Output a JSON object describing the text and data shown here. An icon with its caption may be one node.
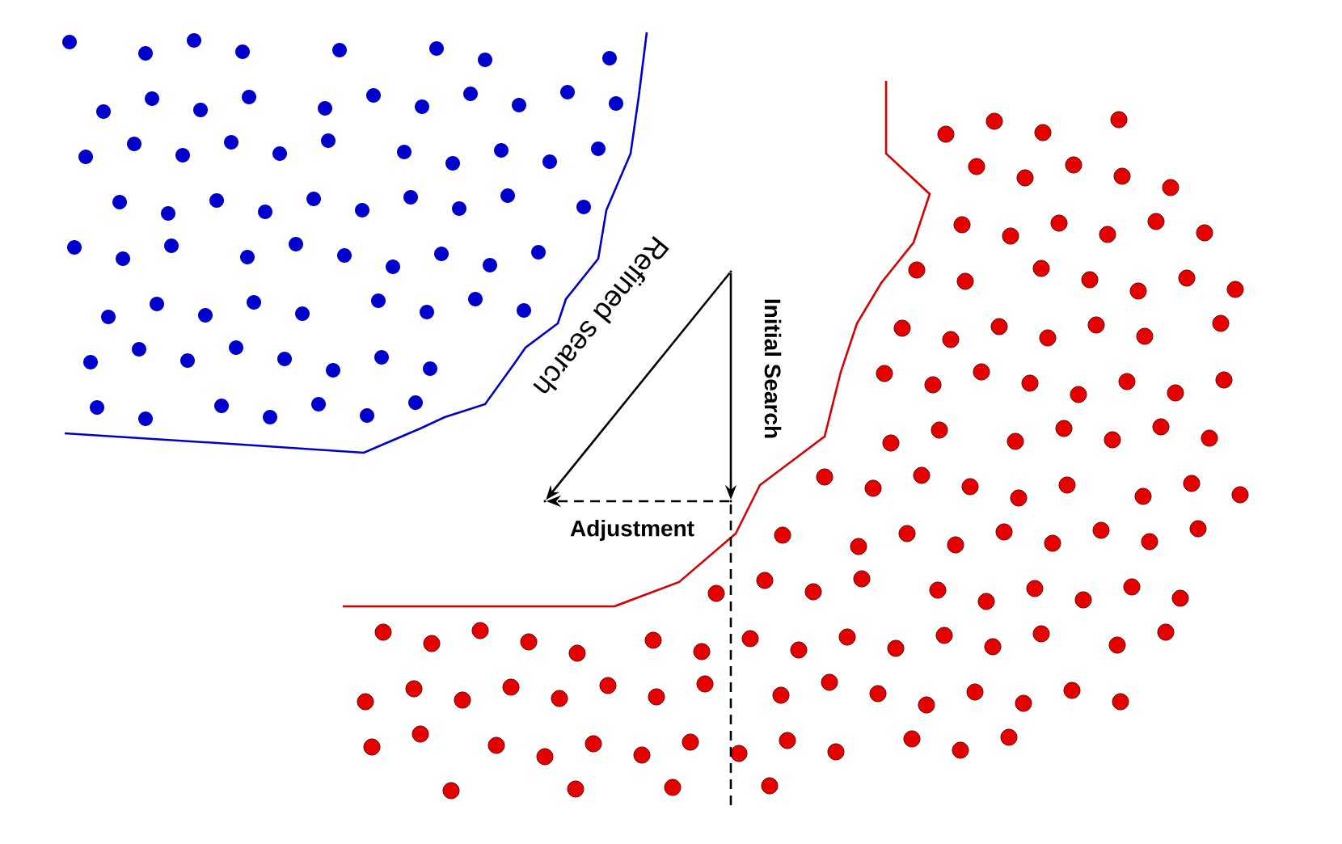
{
  "diagram": {
    "nodes": [
      {
        "text": [],
        "shape": "point"
      },
      {
        "text": [],
        "shape": "point"
      },
      {
        "text": [],
        "shape": "point"
      }
    ],
    "edges": [
      {
        "from": 0,
        "to": 1,
        "arrow": "to",
        "label": "Initial Search"
      },
      {
        "from": 0,
        "to": 2,
        "arrow": "to",
        "label": "Refined search"
      },
      {
        "from": 1,
        "to": 2,
        "arrow": "to",
        "label": "Adjustment",
        "style": "dashed"
      }
    ]
  }
}
